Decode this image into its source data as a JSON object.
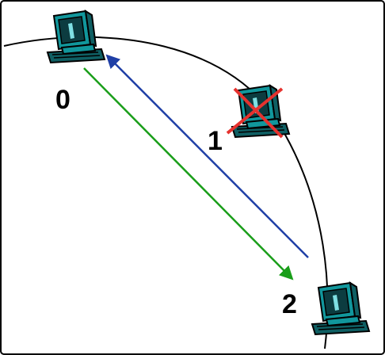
{
  "diagram": {
    "nodes": [
      {
        "label": "0",
        "status": "active"
      },
      {
        "label": "1",
        "status": "failed"
      },
      {
        "label": "2",
        "status": "active"
      }
    ],
    "edges": [
      {
        "from": "0",
        "to": "2",
        "color": "#1a9e1a"
      },
      {
        "from": "2",
        "to": "0",
        "color": "#1f3fa6"
      }
    ],
    "colors": {
      "frame": "#000000",
      "ring": "#000000",
      "computer_screen": "#11979c",
      "computer_dark": "#0f5f63",
      "failure_cross": "#e6322e"
    }
  }
}
